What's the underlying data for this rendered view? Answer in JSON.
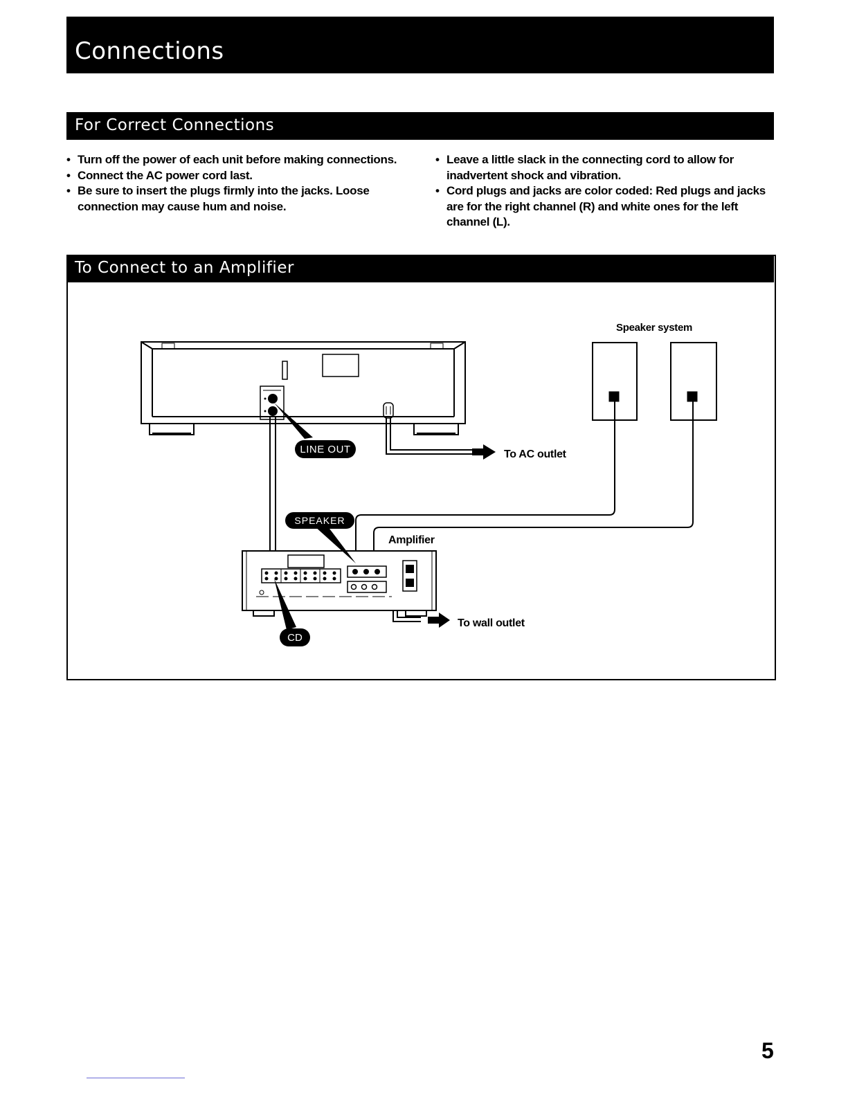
{
  "page": {
    "title": "Connections",
    "number": "5"
  },
  "correct_connections": {
    "heading": "For Correct Connections",
    "left_items": [
      "Turn off the power of each unit before making connections.",
      "Connect the AC power cord last.",
      "Be sure to insert the plugs firmly into the jacks. Loose connection may cause hum and noise."
    ],
    "right_items": [
      "Leave a little slack in the connecting cord to allow for inadvertent shock and vibration.",
      "Cord plugs and jacks are color coded: Red plugs and jacks are for the right channel (R) and white ones for the left channel (L)."
    ]
  },
  "amplifier_connection": {
    "heading": "To Connect to an Amplifier",
    "labels": {
      "speaker_system": "Speaker system",
      "line_out": "LINE OUT",
      "to_ac_outlet": "To AC outlet",
      "speaker": "SPEAKER",
      "amplifier": "Amplifier",
      "to_wall_outlet": "To wall outlet",
      "cd": "CD"
    }
  }
}
